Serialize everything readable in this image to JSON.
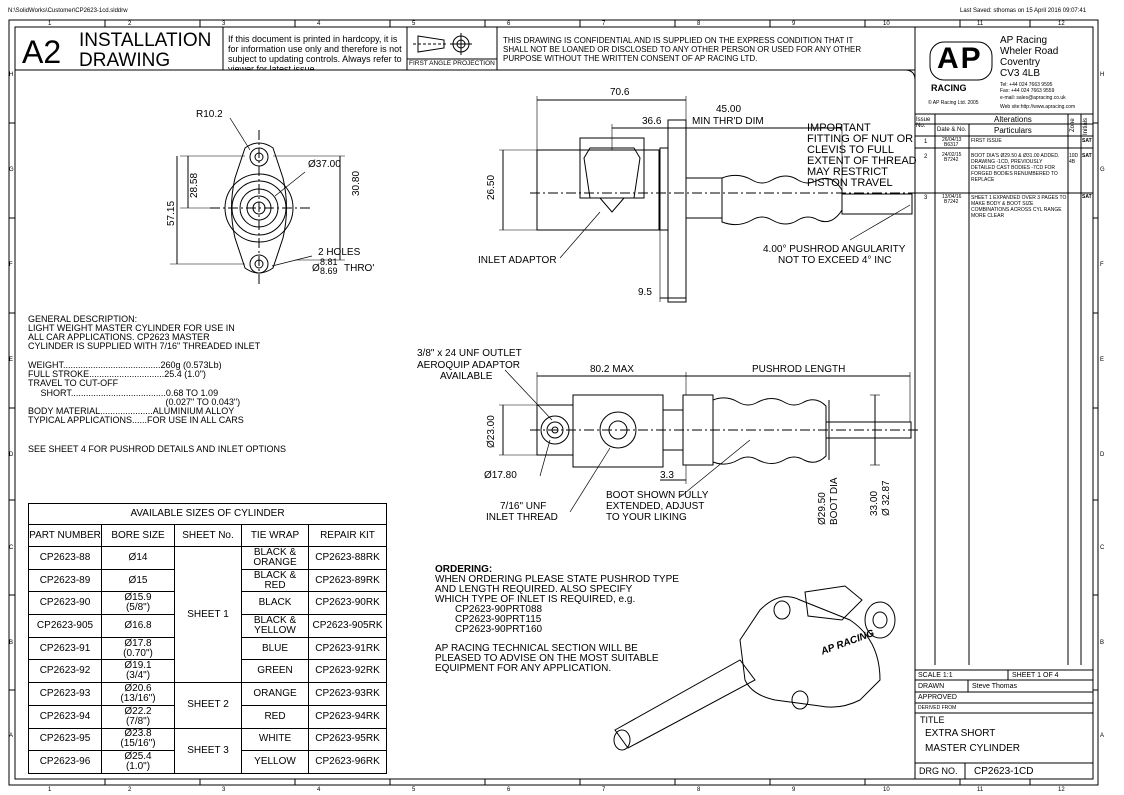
{
  "file_path": "N:\\SolidWorks\\Customer\\CP2623-1cd.slddrw",
  "last_saved": "Last Saved: sthomas on 15 April 2016 09:07:41",
  "grid_cols": [
    "1",
    "2",
    "3",
    "4",
    "5",
    "6",
    "7",
    "8",
    "9",
    "10",
    "11",
    "12"
  ],
  "grid_rows": [
    "H",
    "G",
    "F",
    "E",
    "D",
    "C",
    "B",
    "A"
  ],
  "header": {
    "size": "A2",
    "title_1": "INSTALLATION",
    "title_2": "DRAWING",
    "note": "If this document is printed in hardcopy, it is for information use only and therefore is not subject to updating controls. Always refer to viewer for latest issue.",
    "projection_label": "FIRST ANGLE PROJECTION",
    "confidential": "THIS DRAWING IS CONFIDENTIAL AND IS SUPPLIED ON THE EXPRESS CONDITION THAT IT SHALL NOT BE LOANED OR DISCLOSED TO ANY OTHER PERSON OR USED FOR ANY OTHER PURPOSE WITHOUT THE WRITTEN CONSENT OF AP RACING LTD."
  },
  "company": {
    "logo_text": "AP",
    "logo_sub": "RACING",
    "copyright": "© AP Racing Ltd. 2005",
    "address": [
      "AP Racing",
      "Wheler Road",
      "Coventry",
      "CV3 4LB"
    ],
    "tel": "Tel: +44 024 7663 9595",
    "fax": "Fax: +44 024 7663 9559",
    "email": "e-mail: sales@apracing.co.uk",
    "web": "Web site:http://www.apracing.com"
  },
  "alterations": {
    "title": "Alterations",
    "col_issue": "Issue No.",
    "col_date": "Date & No.",
    "col_particulars": "Particulars",
    "col_zone": "Zone",
    "col_initials": "Initials",
    "rows": [
      {
        "issue": "1",
        "date": "26/04/13",
        "no": "B6317",
        "text": "FIRST ISSUE",
        "zone": "",
        "initials": "SAT"
      },
      {
        "issue": "2",
        "date": "24/02/15",
        "no": "B7242",
        "text": "BOOT DIA'S Ø29.50 & Ø31.00 ADDED. DRAWING -1CD, PREVIOUSLY DETAILED CAST BODIES -7CD FOR FORGED BODIES RENUMBERED TO REPLACE",
        "zone": "10D 4B",
        "initials": "SAT"
      },
      {
        "issue": "3",
        "date": "13/04/16",
        "no": "B7242",
        "text": "SHEET 1 EXPANDED OVER 3 PAGES TO MAKE BODY & BOOT SIZE COMBINATIONS ACROSS CYL RANGE MORE CLEAR",
        "zone": "",
        "initials": "SAT"
      }
    ]
  },
  "title_block": {
    "scale": "SCALE 1:1",
    "sheet": "SHEET 1 OF 4",
    "drawn_label": "DRAWN",
    "drawn_by": "Steve Thomas",
    "approved_label": "APPROVED",
    "derived_label": "DERIVED FROM",
    "title_label": "TITLE",
    "title_1": "EXTRA SHORT",
    "title_2": "MASTER CYLINDER",
    "drg_label": "DRG NO.",
    "drg_no": "CP2623-1CD"
  },
  "view_front": {
    "r10": "R10.2",
    "d37": "Ø37.00",
    "h2858": "28.58",
    "h3080": "30.80",
    "h5715": "57.15",
    "holes_1": "2 HOLES",
    "holes_d": "Ø",
    "holes_up": "8.81",
    "holes_lo": "8.69",
    "holes_thro": "THRO'"
  },
  "view_side": {
    "d706": "70.6",
    "d45": "45.00",
    "min_thrd": "MIN THR'D DIM",
    "d366": "36.6",
    "d265": "26.50",
    "d95": "9.5",
    "inlet": "INLET ADAPTOR",
    "important": [
      "IMPORTANT",
      "FITTING OF NUT OR",
      "CLEVIS TO FULL",
      "EXTENT OF THREAD",
      "MAY RESTRICT",
      "PISTON TRAVEL"
    ],
    "angularity_1": "4.00° PUSHROD ANGULARITY",
    "angularity_2": "NOT TO EXCEED 4° INC"
  },
  "view_plan": {
    "outlet_1": "3/8\" x 24 UNF OUTLET",
    "outlet_2": "AEROQUIP ADAPTOR",
    "outlet_3": "AVAILABLE",
    "d802": "80.2 MAX",
    "pushrod_len": "PUSHROD LENGTH",
    "d23": "Ø23.00",
    "d178": "Ø17.80",
    "d33": "3.3",
    "unf_1": "7/16\" UNF",
    "unf_2": "INLET THREAD",
    "boot_1": "BOOT SHOWN FULLY",
    "boot_2": "EXTENDED, ADJUST",
    "boot_3": "TO YOUR LIKING",
    "d2950": "Ø29.50",
    "boot_dia": "BOOT DIA",
    "d3300": "33.00",
    "d3287": "Ø 32.87"
  },
  "description": {
    "lines": [
      "GENERAL DESCRIPTION:",
      "LIGHT WEIGHT MASTER CYLINDER FOR USE IN",
      "ALL CAR APPLICATIONS. CP2623 MASTER",
      "CYLINDER IS SUPPLIED WITH 7/16\" THREADED INLET"
    ],
    "specs": [
      "WEIGHT.......................................260g (0.573Lb)",
      "FULL STROKE..............................25.4 (1.0\")",
      "TRAVEL TO CUT-OFF",
      "     SHORT......................................0.68 TO 1.09",
      "                                                       (0.027\" TO 0.043\")",
      "BODY MATERIAL.....................ALUMINIUM ALLOY",
      "TYPICAL APPLICATIONS......FOR USE IN ALL CARS"
    ],
    "see_sheet": "SEE SHEET 4 FOR PUSHROD DETAILS AND INLET OPTIONS"
  },
  "ordering": {
    "heading": "ORDERING:",
    "lines": [
      "WHEN ORDERING PLEASE STATE PUSHROD TYPE",
      "AND LENGTH REQUIRED. ALSO SPECIFY",
      "WHICH TYPE OF INLET IS REQUIRED, e.g."
    ],
    "examples": [
      "CP2623-90PRT088",
      "CP2623-90PRT115",
      "CP2623-90PRT160"
    ],
    "advise": [
      "AP RACING TECHNICAL SECTION WILL BE",
      "PLEASED TO ADVISE ON THE MOST SUITABLE",
      "EQUIPMENT FOR ANY APPLICATION."
    ]
  },
  "sizes": {
    "title": "AVAILABLE SIZES OF CYLINDER",
    "headers": [
      "PART NUMBER",
      "BORE SIZE",
      "SHEET No.",
      "TIE WRAP",
      "REPAIR KIT"
    ],
    "rows": [
      {
        "part": "CP2623-88",
        "bore": "Ø14",
        "bore2": "",
        "tie": "BLACK &",
        "tie2": "ORANGE",
        "kit": "CP2623-88RK"
      },
      {
        "part": "CP2623-89",
        "bore": "Ø15",
        "bore2": "",
        "tie": "BLACK &",
        "tie2": "RED",
        "kit": "CP2623-89RK"
      },
      {
        "part": "CP2623-90",
        "bore": "Ø15.9",
        "bore2": "(5/8\")",
        "tie": "BLACK",
        "tie2": "",
        "kit": "CP2623-90RK"
      },
      {
        "part": "CP2623-905",
        "bore": "Ø16.8",
        "bore2": "",
        "tie": "BLACK &",
        "tie2": "YELLOW",
        "kit": "CP2623-905RK"
      },
      {
        "part": "CP2623-91",
        "bore": "Ø17.8",
        "bore2": "(0.70\")",
        "tie": "BLUE",
        "tie2": "",
        "kit": "CP2623-91RK"
      },
      {
        "part": "CP2623-92",
        "bore": "Ø19.1",
        "bore2": "(3/4\")",
        "tie": "GREEN",
        "tie2": "",
        "kit": "CP2623-92RK"
      },
      {
        "part": "CP2623-93",
        "bore": "Ø20.6",
        "bore2": "(13/16\")",
        "tie": "ORANGE",
        "tie2": "",
        "kit": "CP2623-93RK"
      },
      {
        "part": "CP2623-94",
        "bore": "Ø22.2",
        "bore2": "(7/8\")",
        "tie": "RED",
        "tie2": "",
        "kit": "CP2623-94RK"
      },
      {
        "part": "CP2623-95",
        "bore": "Ø23.8",
        "bore2": "(15/16\")",
        "tie": "WHITE",
        "tie2": "",
        "kit": "CP2623-95RK"
      },
      {
        "part": "CP2623-96",
        "bore": "Ø25.4",
        "bore2": "(1.0\")",
        "tie": "YELLOW",
        "tie2": "",
        "kit": "CP2623-96RK"
      }
    ],
    "sheet1": "SHEET 1",
    "sheet2": "SHEET 2",
    "sheet3": "SHEET 3"
  },
  "iso_logo": "AP RACING"
}
